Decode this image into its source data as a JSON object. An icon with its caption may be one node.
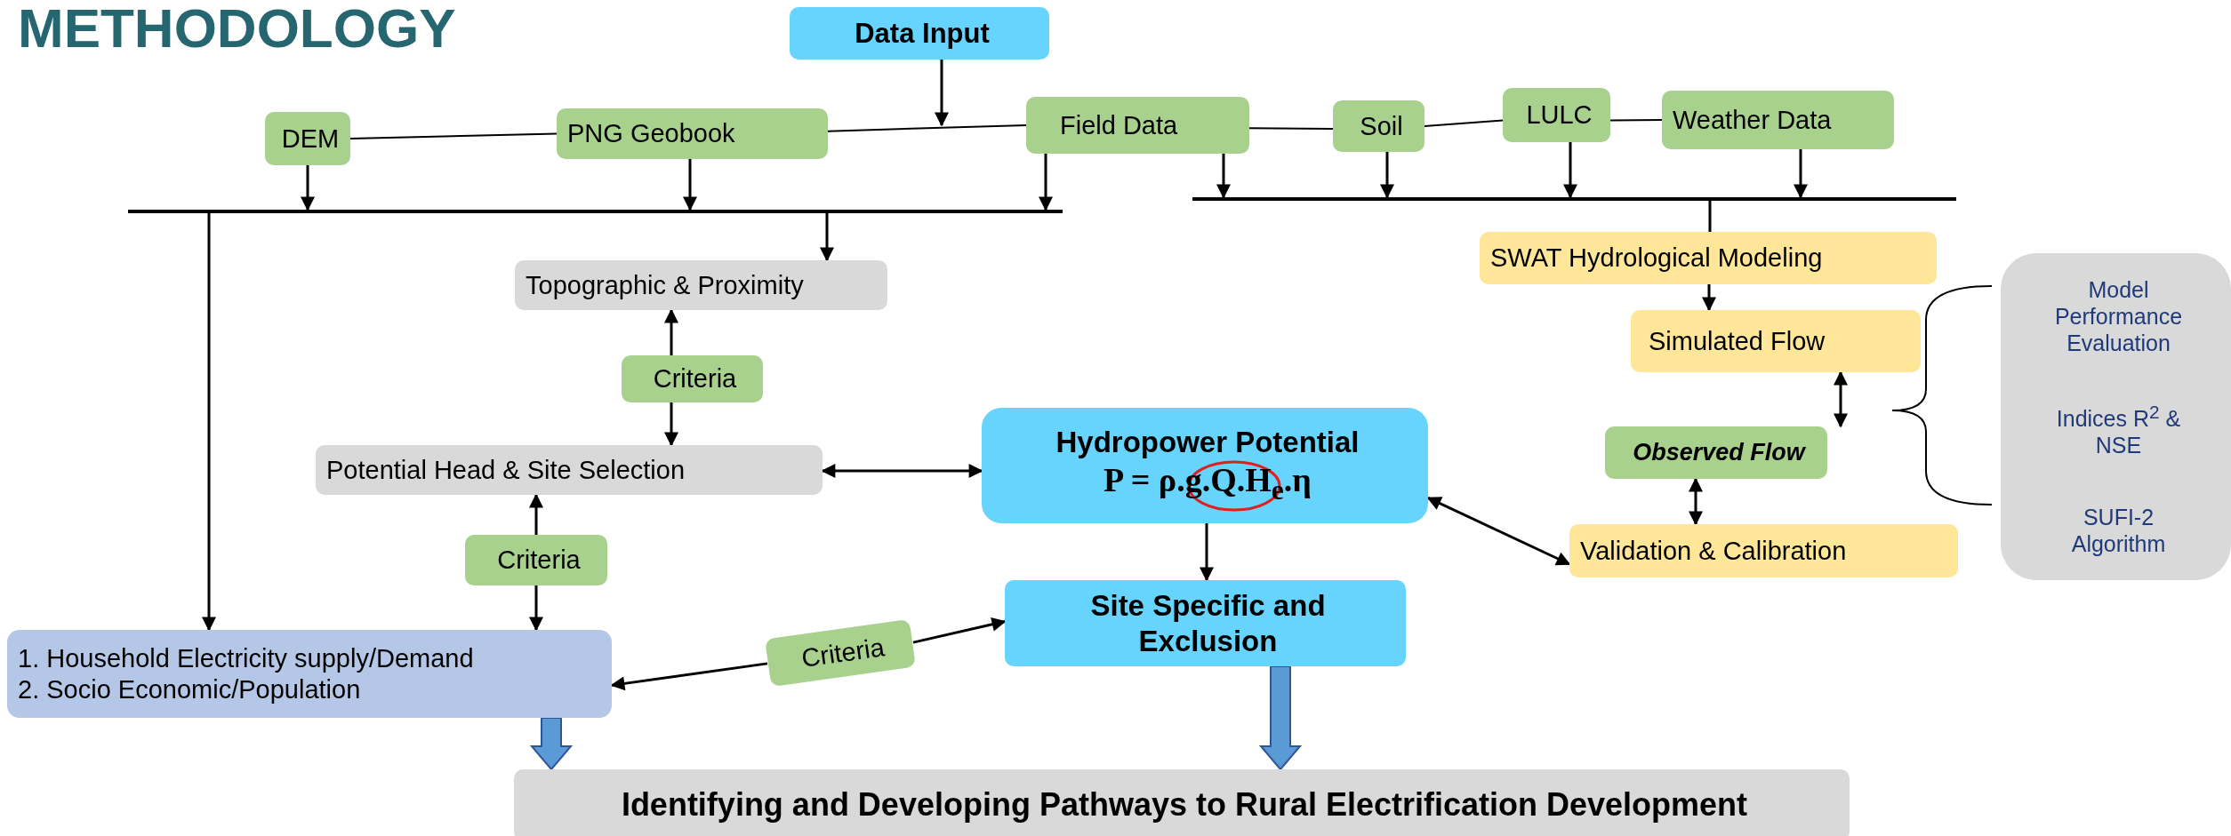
{
  "diagram": {
    "title": "METHODOLOGY",
    "nodes": [
      {
        "text": [
          "Data Input"
        ]
      },
      {
        "text": [
          "DEM"
        ]
      },
      {
        "text": [
          "PNG Geobook"
        ]
      },
      {
        "text": [
          "Field Data"
        ]
      },
      {
        "text": [
          "Soil"
        ]
      },
      {
        "text": [
          "LULC"
        ]
      },
      {
        "text": [
          "Weather Data"
        ]
      },
      {
        "text": [],
        "shape": "bar"
      },
      {
        "text": [],
        "shape": "bar"
      },
      {
        "text": [
          "Topographic & Proximity"
        ]
      },
      {
        "text": [
          "Criteria"
        ]
      },
      {
        "text": [
          "Potential Head & Site Selection"
        ]
      },
      {
        "text": [
          "Hydropower Potential",
          "P = ρ.g.Q.H$_{e}$.η"
        ]
      },
      {
        "text": [
          "Criteria"
        ]
      },
      {
        "text": [
          "1. Household Electricity supply/Demand",
          "2. Socio Economic/Population"
        ]
      },
      {
        "text": [
          "Criteria"
        ]
      },
      {
        "text": [
          "Site Specific and Exclusion"
        ]
      },
      {
        "text": [
          "SWAT Hydrological Modeling"
        ]
      },
      {
        "text": [
          "Simulated Flow"
        ]
      },
      {
        "text": [
          "Observed Flow"
        ]
      },
      {
        "text": [
          "Validation & Calibration"
        ]
      },
      {
        "text": [
          "Model Performance Evaluation",
          "Indices R$^{2}$ & NSE",
          "SUFI-2 Algorithm"
        ]
      },
      {
        "text": [
          "Identifying and Developing Pathways to Rural Electrification Development"
        ]
      }
    ],
    "edges": [
      {
        "from": 0,
        "to": null,
        "arrow": "to"
      },
      {
        "from": 1,
        "to": 2,
        "arrow": "none"
      },
      {
        "from": 2,
        "to": 3,
        "arrow": "none"
      },
      {
        "from": 3,
        "to": 4,
        "arrow": "none"
      },
      {
        "from": 4,
        "to": 5,
        "arrow": "none"
      },
      {
        "from": 5,
        "to": 6,
        "arrow": "none"
      },
      {
        "from": 1,
        "to": 7,
        "arrow": "to"
      },
      {
        "from": 2,
        "to": 7,
        "arrow": "to"
      },
      {
        "from": 3,
        "to": 7,
        "arrow": "to"
      },
      {
        "from": 3,
        "to": 8,
        "arrow": "to"
      },
      {
        "from": 4,
        "to": 8,
        "arrow": "to"
      },
      {
        "from": 5,
        "to": 8,
        "arrow": "to"
      },
      {
        "from": 6,
        "to": 8,
        "arrow": "to"
      },
      {
        "from": 7,
        "to": 9,
        "arrow": "to"
      },
      {
        "from": 7,
        "to": 14,
        "arrow": "to"
      },
      {
        "from": 8,
        "to": 17,
        "arrow": "none"
      },
      {
        "from": 10,
        "to": 9,
        "arrow": "to"
      },
      {
        "from": 10,
        "to": 11,
        "arrow": "to"
      },
      {
        "from": 11,
        "to": 12,
        "arrow": "both"
      },
      {
        "from": 13,
        "to": 11,
        "arrow": "to"
      },
      {
        "from": 13,
        "to": 14,
        "arrow": "to"
      },
      {
        "from": 15,
        "to": 14,
        "arrow": "to"
      },
      {
        "from": 15,
        "to": 16,
        "arrow": "to"
      },
      {
        "from": 12,
        "to": 16,
        "arrow": "to"
      },
      {
        "from": 12,
        "to": 20,
        "arrow": "both"
      },
      {
        "from": 17,
        "to": 18,
        "arrow": "to"
      },
      {
        "from": 18,
        "to": 19,
        "arrow": "both"
      },
      {
        "from": 19,
        "to": 20,
        "arrow": "both"
      },
      {
        "from": 14,
        "to": 22,
        "arrow": "to",
        "style": "thick",
        "color": "#5b9bd5"
      },
      {
        "from": 16,
        "to": 22,
        "arrow": "to",
        "style": "thick",
        "color": "#5b9bd5"
      }
    ]
  }
}
